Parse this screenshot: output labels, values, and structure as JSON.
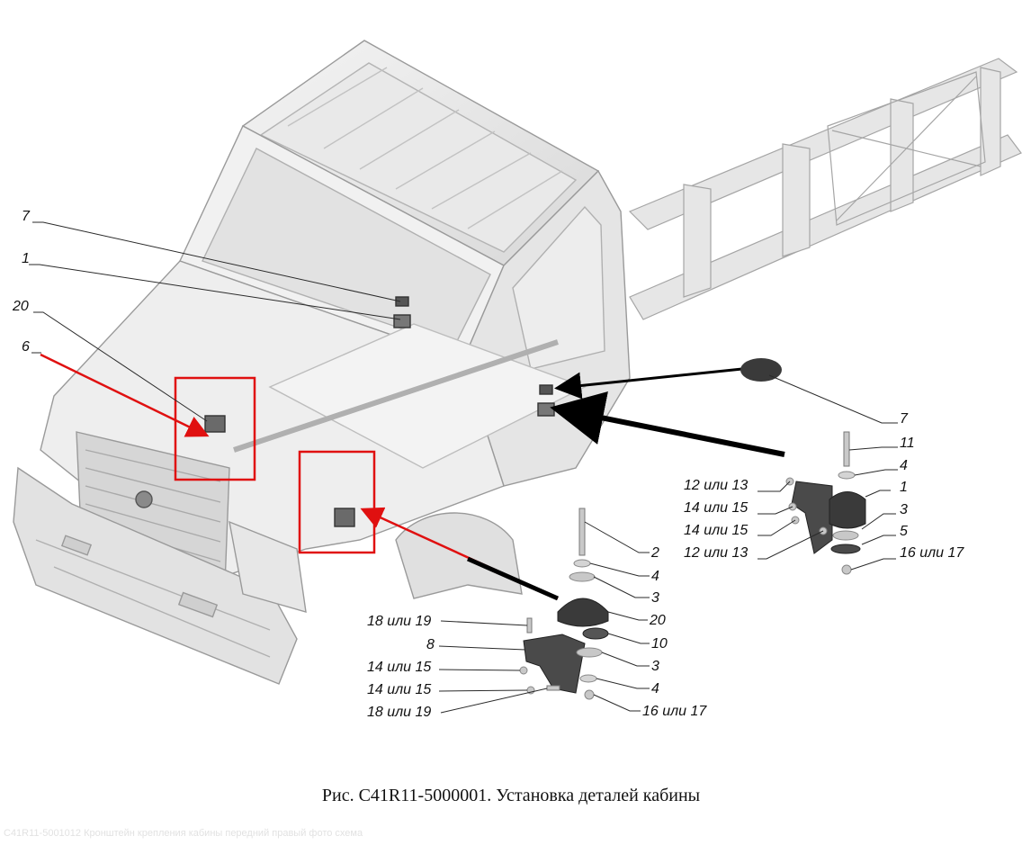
{
  "figure": {
    "caption": "Рис. C41R11-5000001. Установка деталей кабины",
    "watermark": "C41R11-5001012 Кронштейн крепления кабины передний правый фото схема"
  },
  "callouts_main": {
    "c7": "7",
    "c1": "1",
    "c20": "20",
    "c6": "6"
  },
  "callouts_rear_mount": {
    "c7": "7",
    "c11": "11",
    "c4": "4",
    "c1": "1",
    "c3": "3",
    "c5": "5",
    "c16": "16 или 17",
    "c12a": "12 или 13",
    "c14a": "14 или 15",
    "c14b": "14 или 15",
    "c12b": "12 или 13"
  },
  "callouts_front_mount": {
    "c2": "2",
    "c4a": "4",
    "c3a": "3",
    "c20": "20",
    "c10": "10",
    "c3b": "3",
    "c4b": "4",
    "c16": "16 или 17",
    "c18a": "18 или 19",
    "c8": "8",
    "c14a": "14 или 15",
    "c14b": "14 или 15",
    "c18b": "18 или 19"
  },
  "colors": {
    "highlight_box": "#e01010",
    "red_arrow": "#e01010",
    "black_arrow": "#000000",
    "cab_fill": "#ececec",
    "cab_stroke": "#9a9a9a",
    "part_dark": "#3a3a3a"
  }
}
